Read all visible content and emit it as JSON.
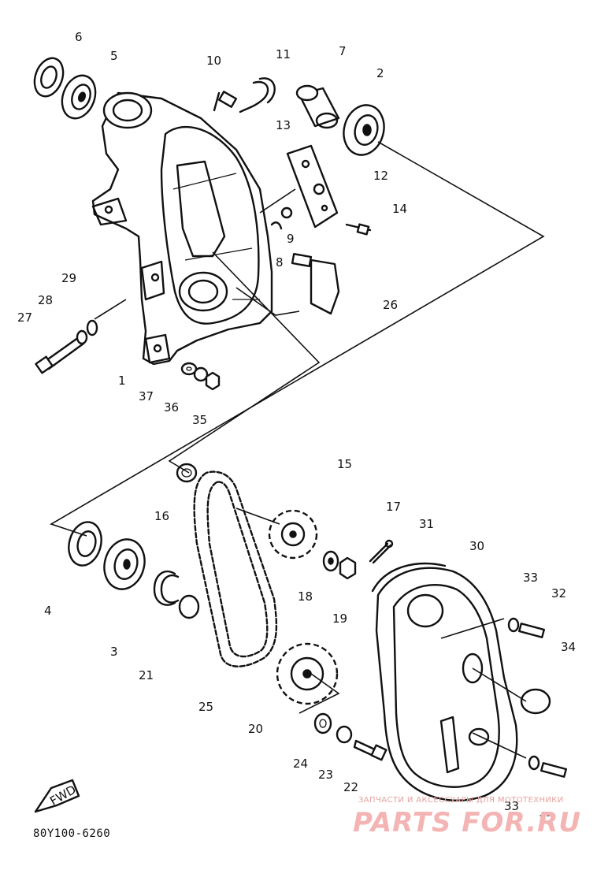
{
  "drawing_code": "80Y100-6260",
  "watermark": {
    "tagline": "ЗАПЧАСТИ И АКСЕССУАРЫ ДЛЯ МОТОТЕХНИКИ",
    "logo": "PARTS FOR.RU"
  },
  "fwd_arrow_label": "FWD",
  "callouts": [
    "1",
    "2",
    "3",
    "4",
    "5",
    "6",
    "7",
    "8",
    "9",
    "10",
    "11",
    "12",
    "13",
    "14",
    "15",
    "16",
    "17",
    "18",
    "19",
    "20",
    "21",
    "22",
    "23",
    "24",
    "25",
    "26",
    "27",
    "28",
    "29",
    "30",
    "31",
    "32",
    "33",
    "34",
    "35",
    "36",
    "37"
  ]
}
